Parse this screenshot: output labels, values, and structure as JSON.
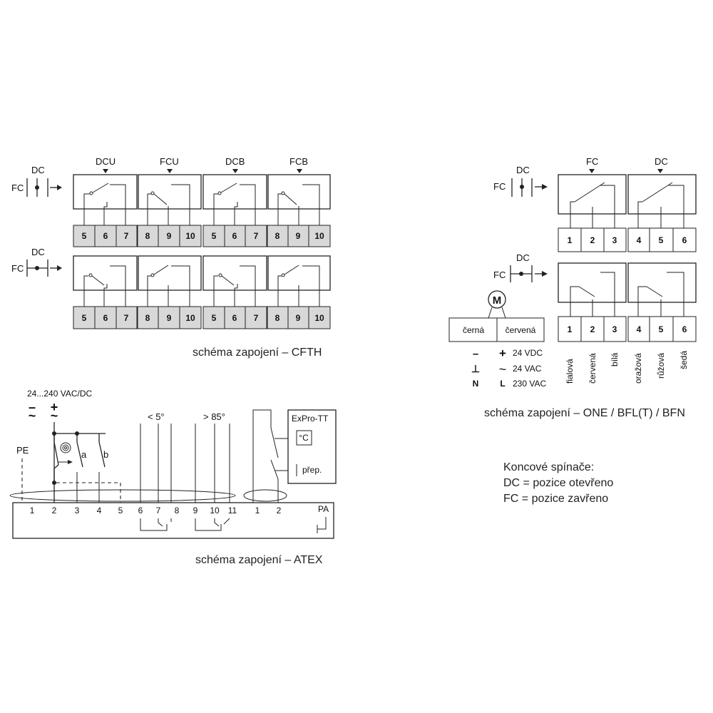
{
  "cfth": {
    "dc_label": "DC",
    "fc_label": "FC",
    "switch_labels": [
      "DCU",
      "FCU",
      "DCB",
      "FCB"
    ],
    "terminals": [
      "5",
      "6",
      "7",
      "8",
      "9",
      "10",
      "5",
      "6",
      "7",
      "8",
      "9",
      "10"
    ],
    "caption": "schéma zapojení – CFTH"
  },
  "one": {
    "dc_label": "DC",
    "fc_label": "FC",
    "switch_labels": [
      "FC",
      "DC"
    ],
    "terminals": [
      "1",
      "2",
      "3",
      "4",
      "5",
      "6"
    ],
    "motor_label": "M",
    "wire_boxes": [
      "černá",
      "červená"
    ],
    "supply": [
      {
        "neg": "–",
        "pos": "+",
        "text": "24 VDC"
      },
      {
        "neg": "⊥",
        "pos": "~",
        "text": "24 VAC"
      },
      {
        "neg": "N",
        "pos": "L",
        "text": "230 VAC"
      }
    ],
    "wire_colors": [
      "fialová",
      "červená",
      "bílá",
      "oražová",
      "růžová",
      "šedá"
    ],
    "caption": "schéma zapojení – ONE / BFL(T) / BFN"
  },
  "legend": {
    "title": "Koncové spínače:",
    "dc": "DC = pozice otevřeno",
    "fc": "FC = pozice zavřeno"
  },
  "atex": {
    "voltage": "24...240 VAC/DC",
    "minus_symbol": "–",
    "plus_symbol": "+",
    "ac_symbol": "~",
    "pe": "PE",
    "a": "a",
    "b": "b",
    "lt5": "< 5°",
    "gt85": "> 85°",
    "expro": "ExPro-TT",
    "celsius": "°C",
    "prep": "přep.",
    "pa": "PA",
    "terminals": [
      "1",
      "2",
      "3",
      "4",
      "5",
      "6",
      "7",
      "8",
      "9",
      "10",
      "11",
      "1",
      "2"
    ],
    "caption": "schéma zapojení – ATEX"
  }
}
